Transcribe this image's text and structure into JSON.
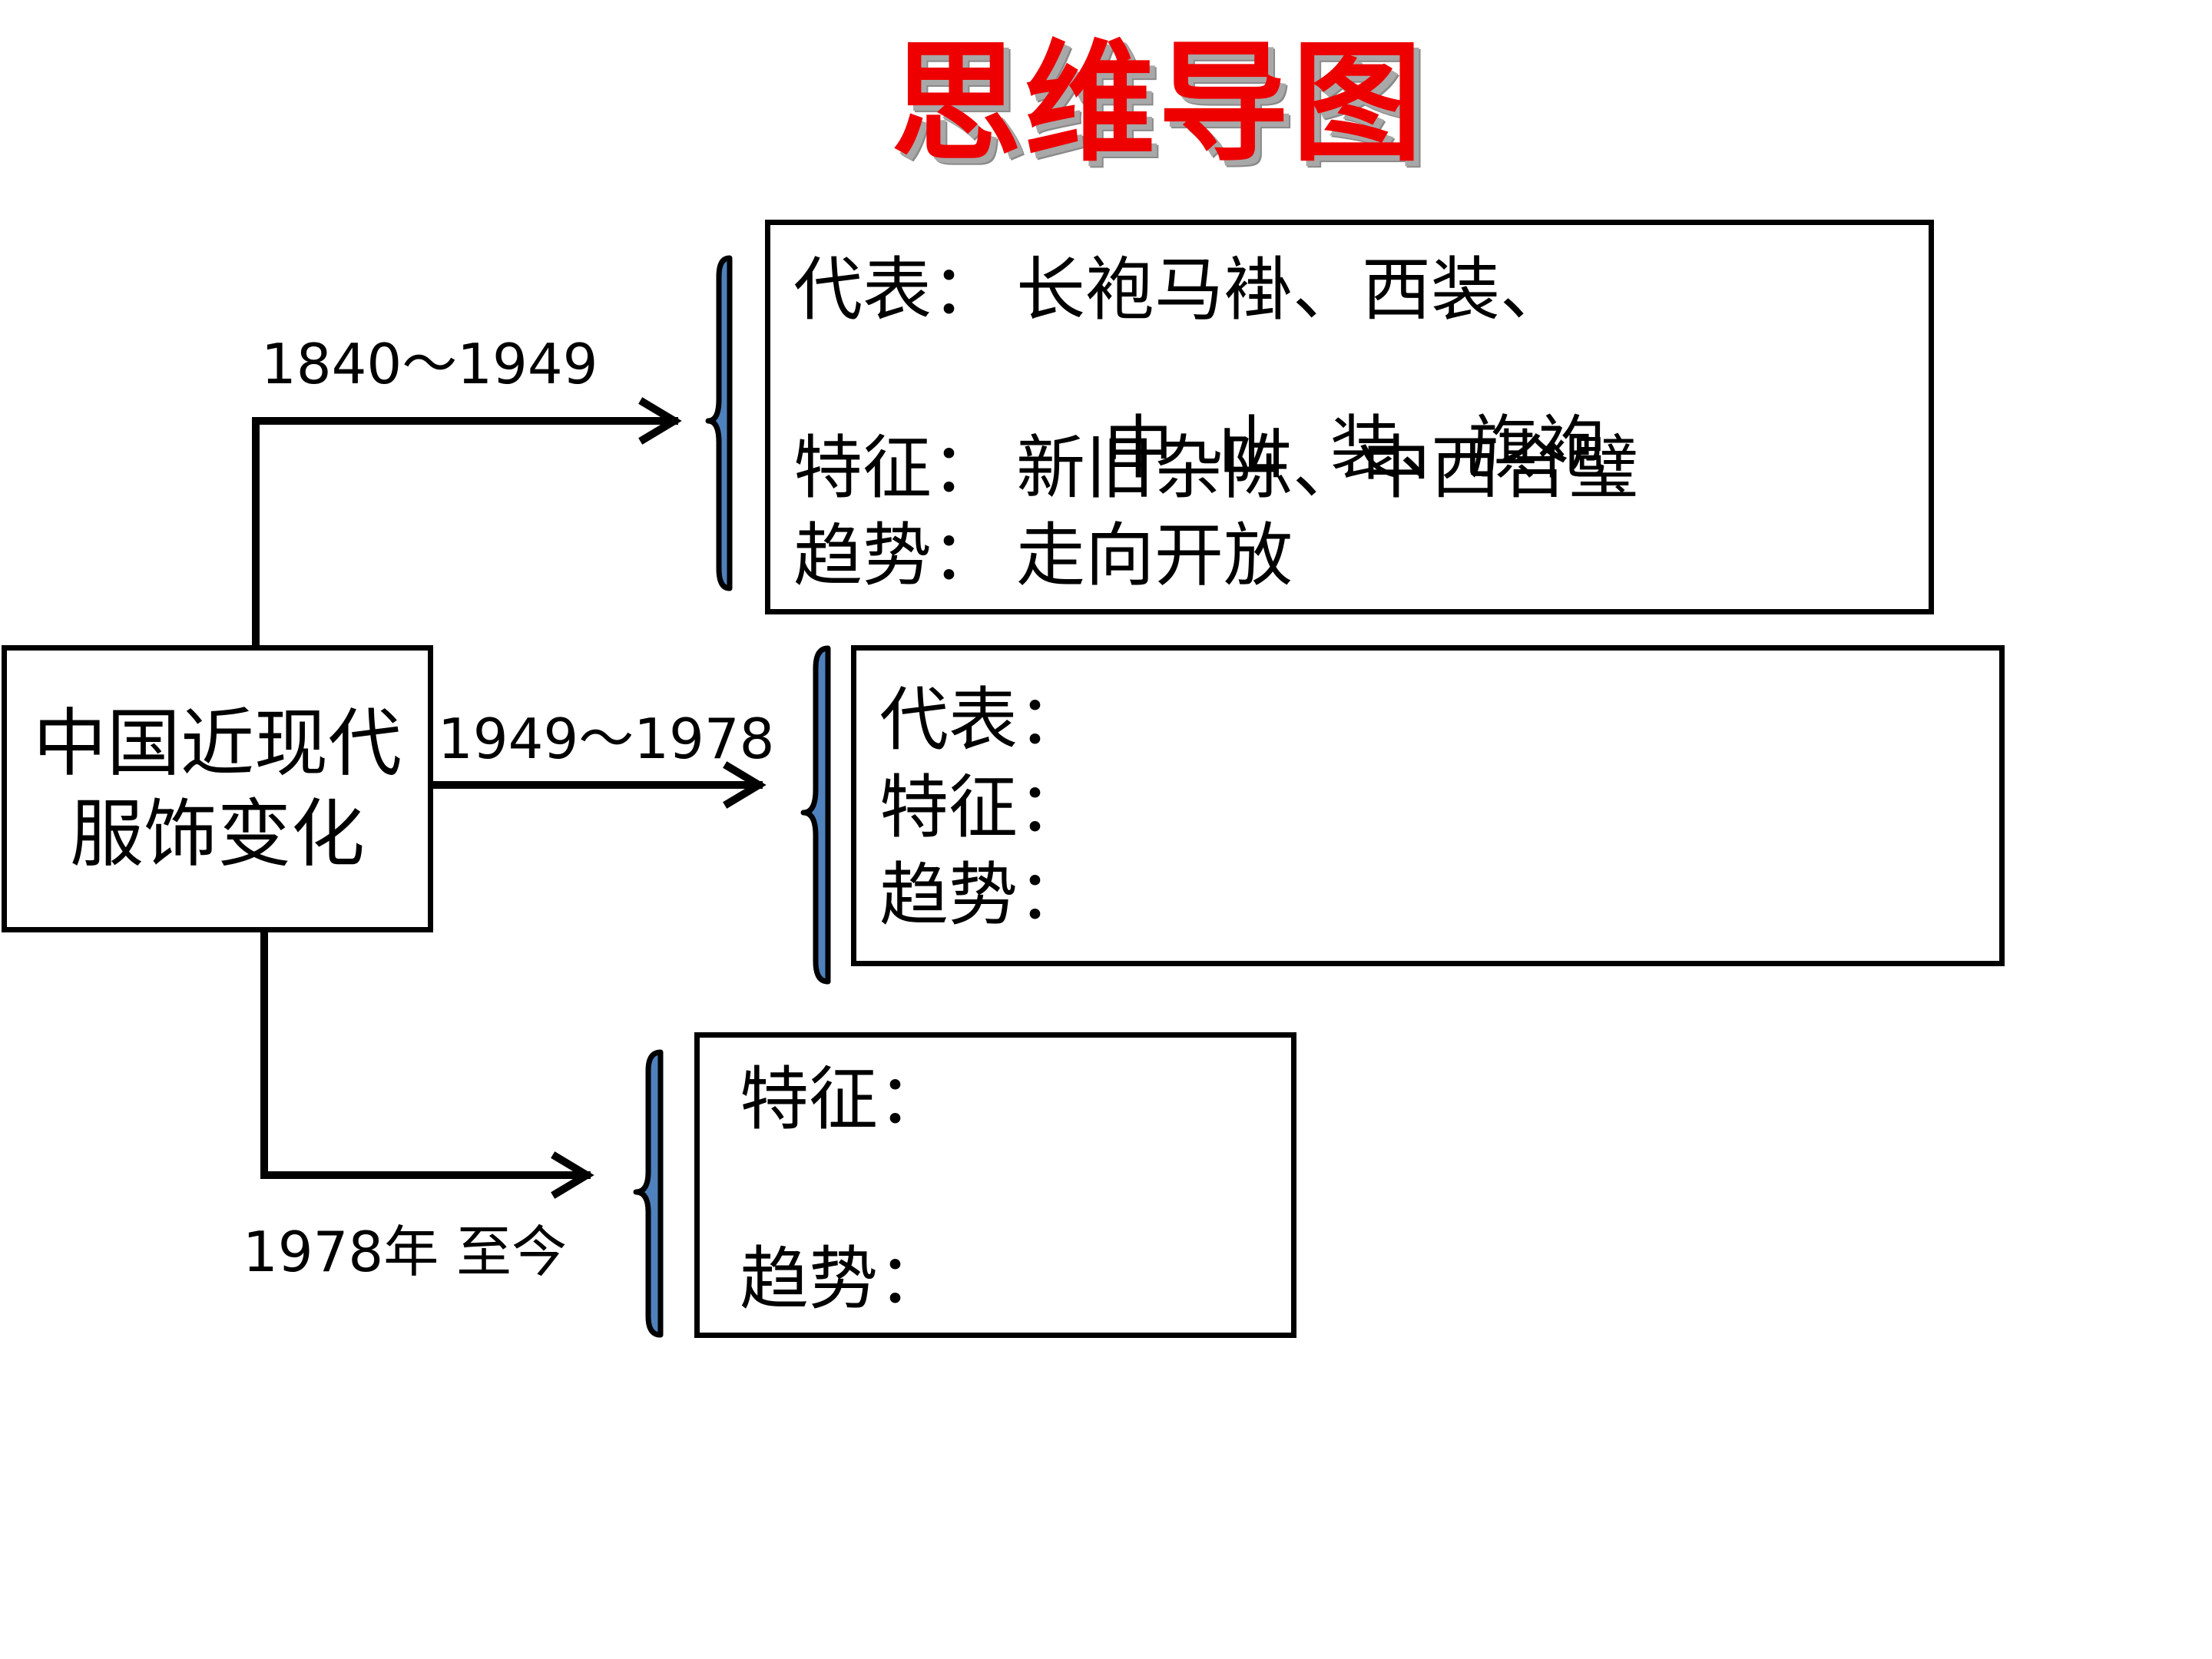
{
  "title": "思维导图",
  "root": {
    "line1": "中国近现代",
    "line2": "服饰变化"
  },
  "branches": [
    {
      "period": "1840～1949",
      "rep_label": "代表：",
      "rep_value_1": "长袍马褂、西装、",
      "rep_value_2": "中  山  装、旗袍",
      "feature_label": "特征：",
      "feature_value": "新旧杂陈、中西合璧",
      "trend_label": "趋势：",
      "trend_value": "走向开放"
    },
    {
      "period": "1949～1978",
      "rep_label": "代表：",
      "feature_label": "特征：",
      "trend_label": "趋势："
    },
    {
      "period": "1978年  至今",
      "feature_label": "特征：",
      "trend_label": "趋势："
    }
  ],
  "colors": {
    "title": "#ee0000",
    "title_shadow": "#a8a8a8",
    "brace_fill": "#4f81bd",
    "lines": "#000000"
  }
}
